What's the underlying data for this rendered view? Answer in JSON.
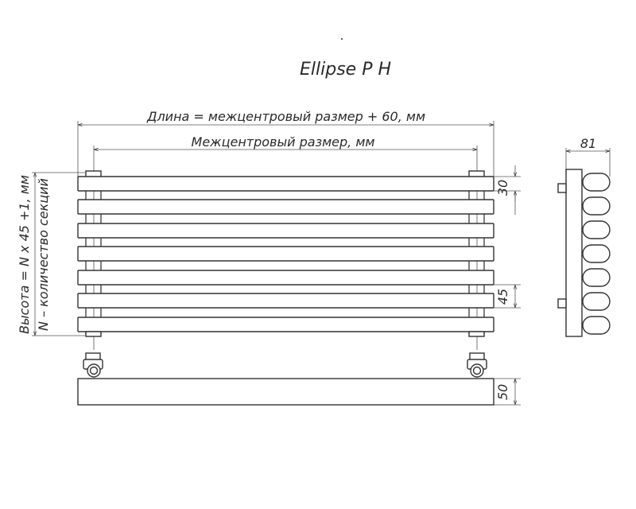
{
  "title": "Ellipse P H",
  "dimensions": {
    "overall_length": "Длина = межцентровый размер + 60, мм",
    "center_distance": "Межцентровый размер, мм",
    "height_formula": "Высота = N x 45 +1, мм",
    "sections_note": "N – количество секций",
    "bar_height": "30",
    "bar_pitch": "45",
    "depth": "50",
    "side_depth": "81"
  },
  "section_count": 7
}
